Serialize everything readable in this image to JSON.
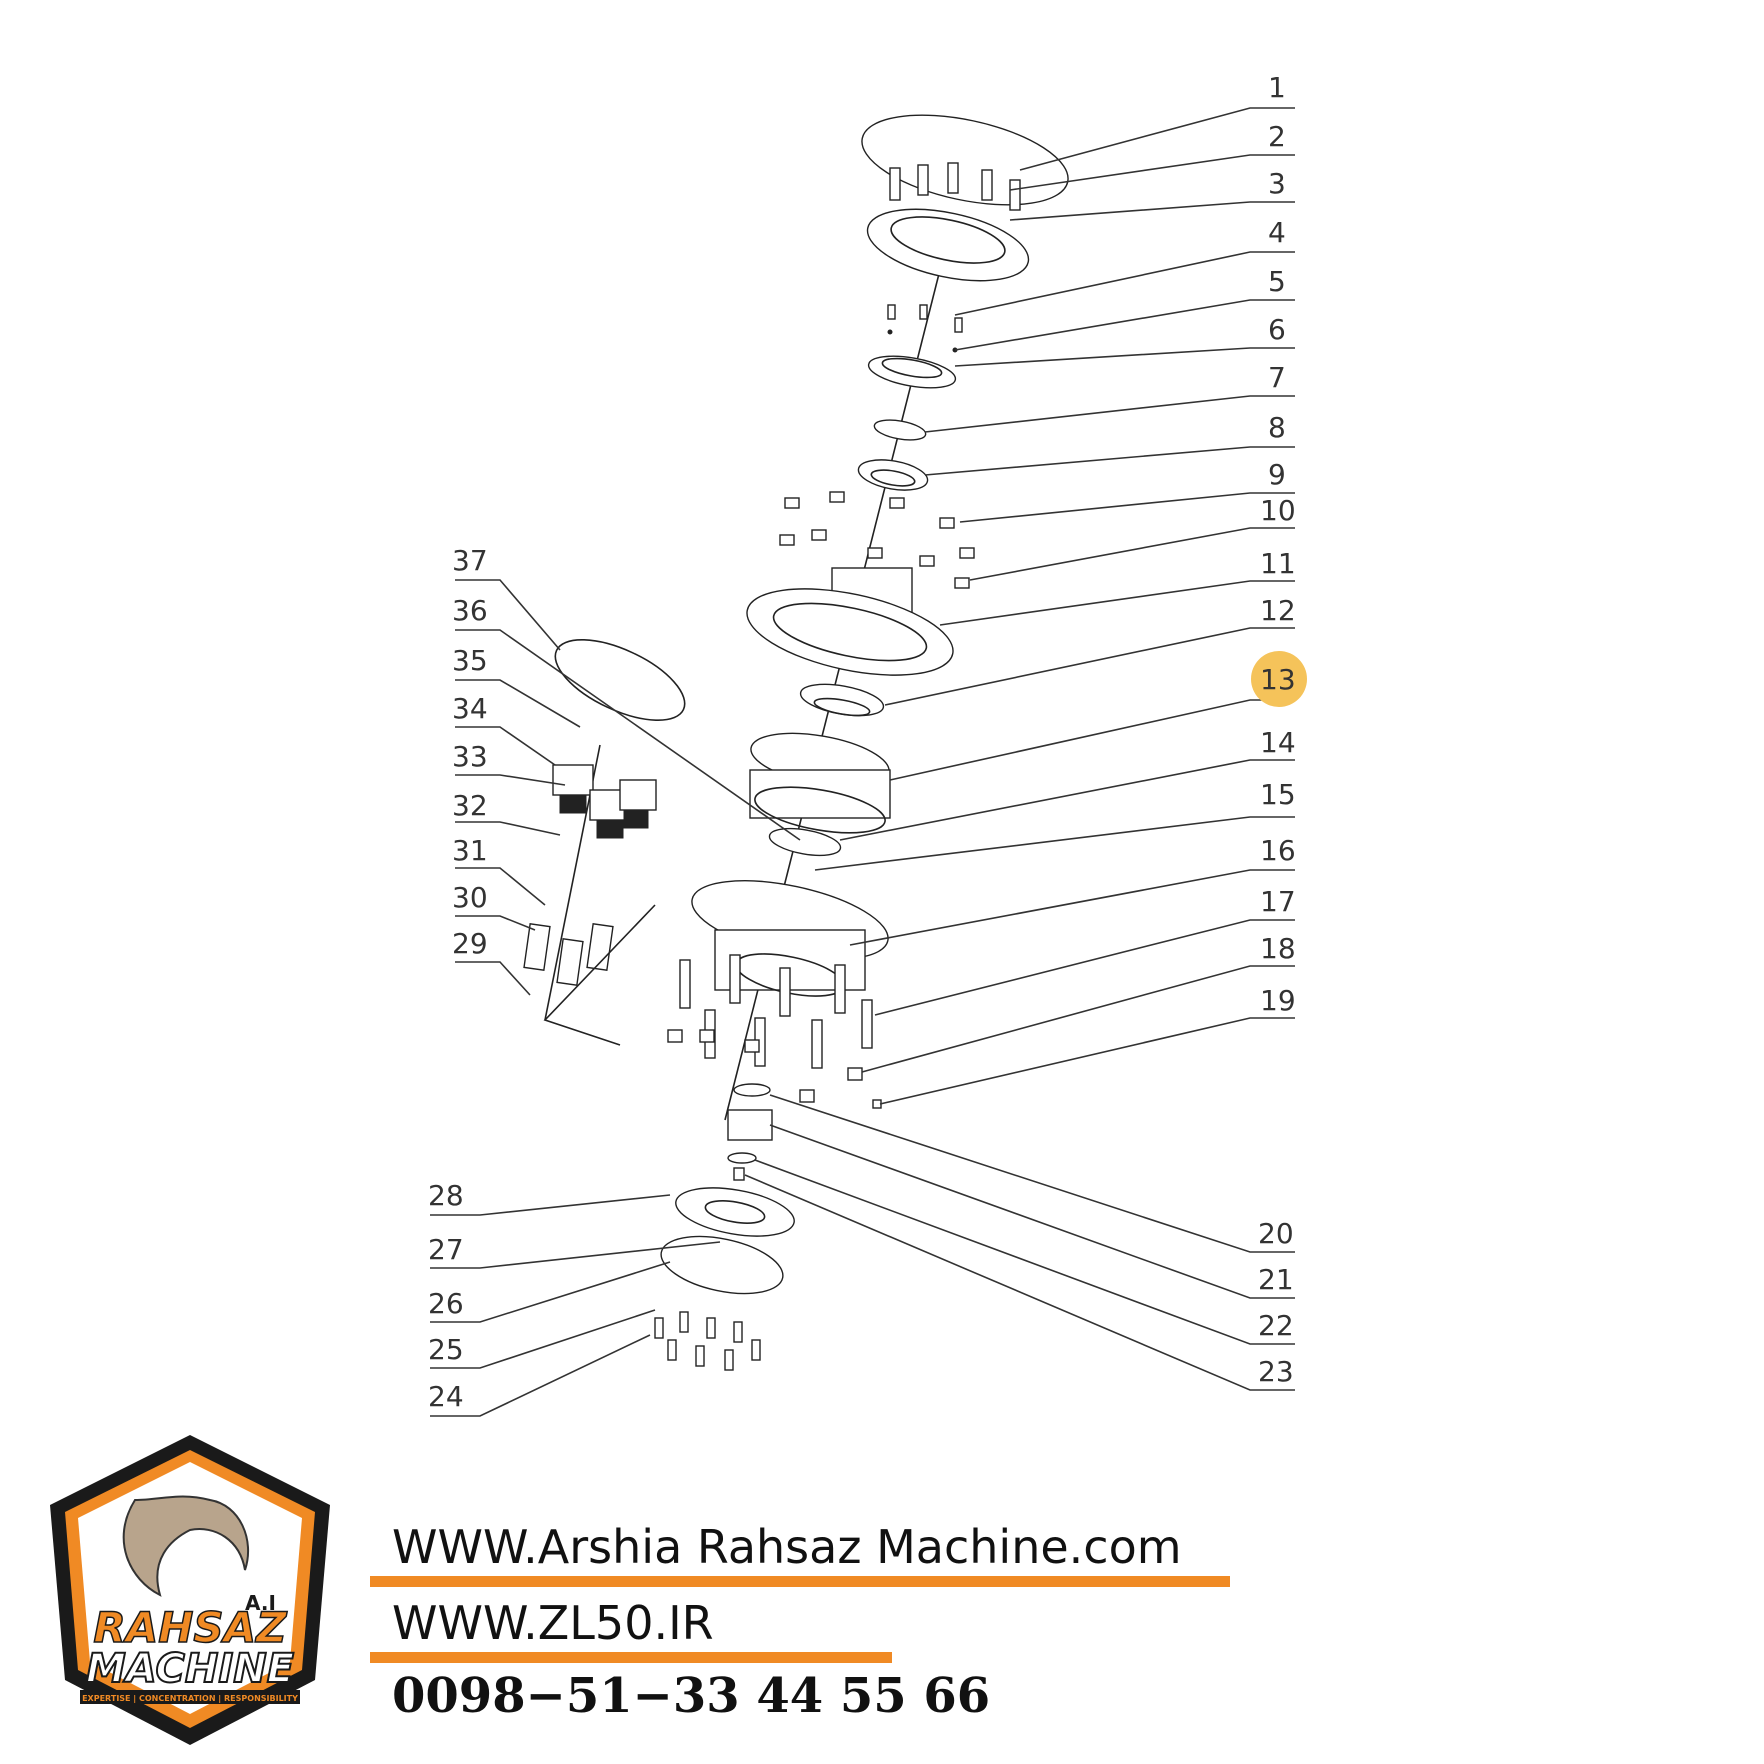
{
  "diagram": {
    "labels": [
      "1",
      "2",
      "3",
      "4",
      "5",
      "6",
      "7",
      "8",
      "9",
      "10",
      "11",
      "12",
      "13",
      "14",
      "15",
      "16",
      "17",
      "18",
      "19",
      "20",
      "21",
      "22",
      "23",
      "24",
      "25",
      "26",
      "27",
      "28",
      "29",
      "30",
      "31",
      "32",
      "33",
      "34",
      "35",
      "36",
      "37"
    ],
    "highlighted_label": "13",
    "highlight_color": "#f5c35a"
  },
  "footer": {
    "website": "WWW.Arshia Rahsaz Machine.com",
    "website2": "WWW.ZL50.IR",
    "phone": "0098−51−33 44 55 66",
    "accent_color": "#f08a24"
  },
  "logo": {
    "brand_top": "RAHSAZ",
    "brand_bottom": "MACHINE",
    "initials": "A.I",
    "tagline": "EXPERTISE | CONCENTRATION | RESPONSIBILITY",
    "primary_color": "#f08a24",
    "frame_color": "#1a1a1a"
  }
}
